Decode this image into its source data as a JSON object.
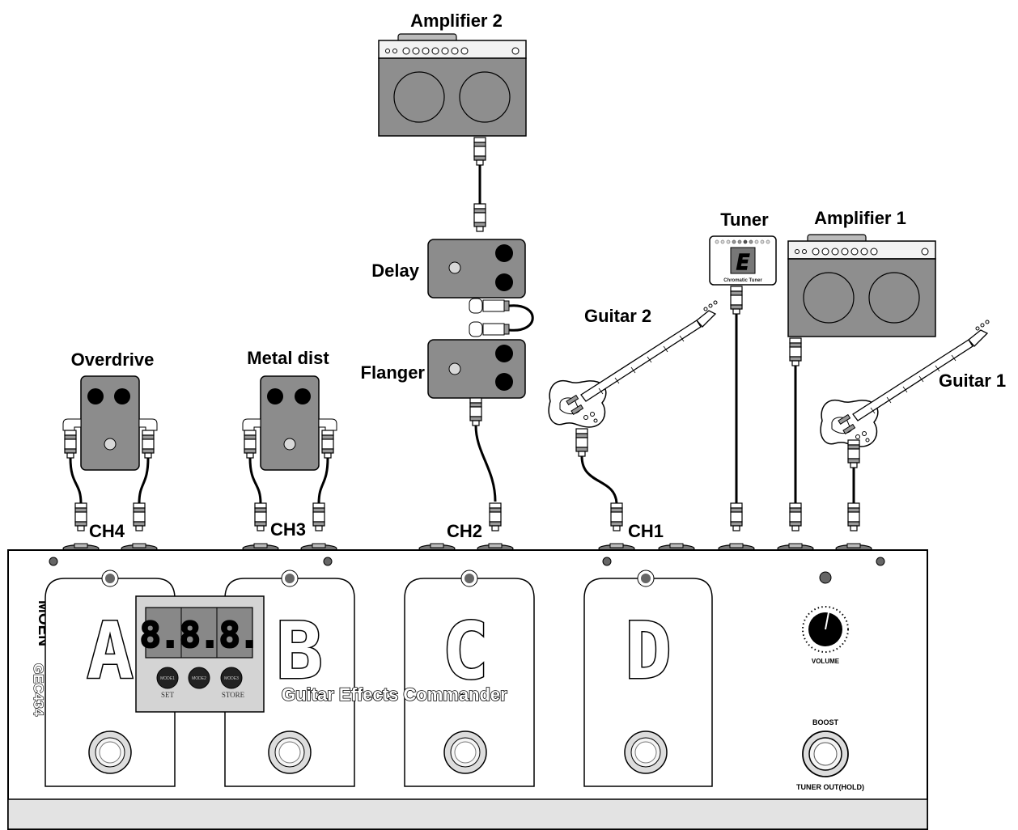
{
  "devices": {
    "amplifier_2": "Amplifier 2",
    "amplifier_1": "Amplifier 1",
    "tuner": "Tuner",
    "tuner_display": "Chromatic Tuner",
    "tuner_note": "E",
    "delay": "Delay",
    "flanger": "Flanger",
    "overdrive": "Overdrive",
    "metal_dist": "Metal dist",
    "guitar_1": "Guitar 1",
    "guitar_2": "Guitar 2"
  },
  "channels": [
    "CH4",
    "CH3",
    "CH2",
    "CH1"
  ],
  "commander": {
    "title": "Guitar Effects Commander",
    "brand": "MOEN",
    "model": "GEC434",
    "footswitch_letters": [
      "A",
      "B",
      "C",
      "D"
    ],
    "display_value": "8.8.8.",
    "mode_buttons": [
      "MODE1",
      "MODE2",
      "MODE3"
    ],
    "set_label": "SET",
    "store_label": "STORE",
    "volume_label": "VOLUME",
    "boost_label": "BOOST",
    "tuner_out_label": "TUNER OUT(HOLD)"
  },
  "colors": {
    "pedal_gray": "#8c8c8c",
    "amp_gray": "#8e8e8e",
    "panel": "#ffffff",
    "panel_strip": "#e3e3e3",
    "outline": "#000000"
  }
}
